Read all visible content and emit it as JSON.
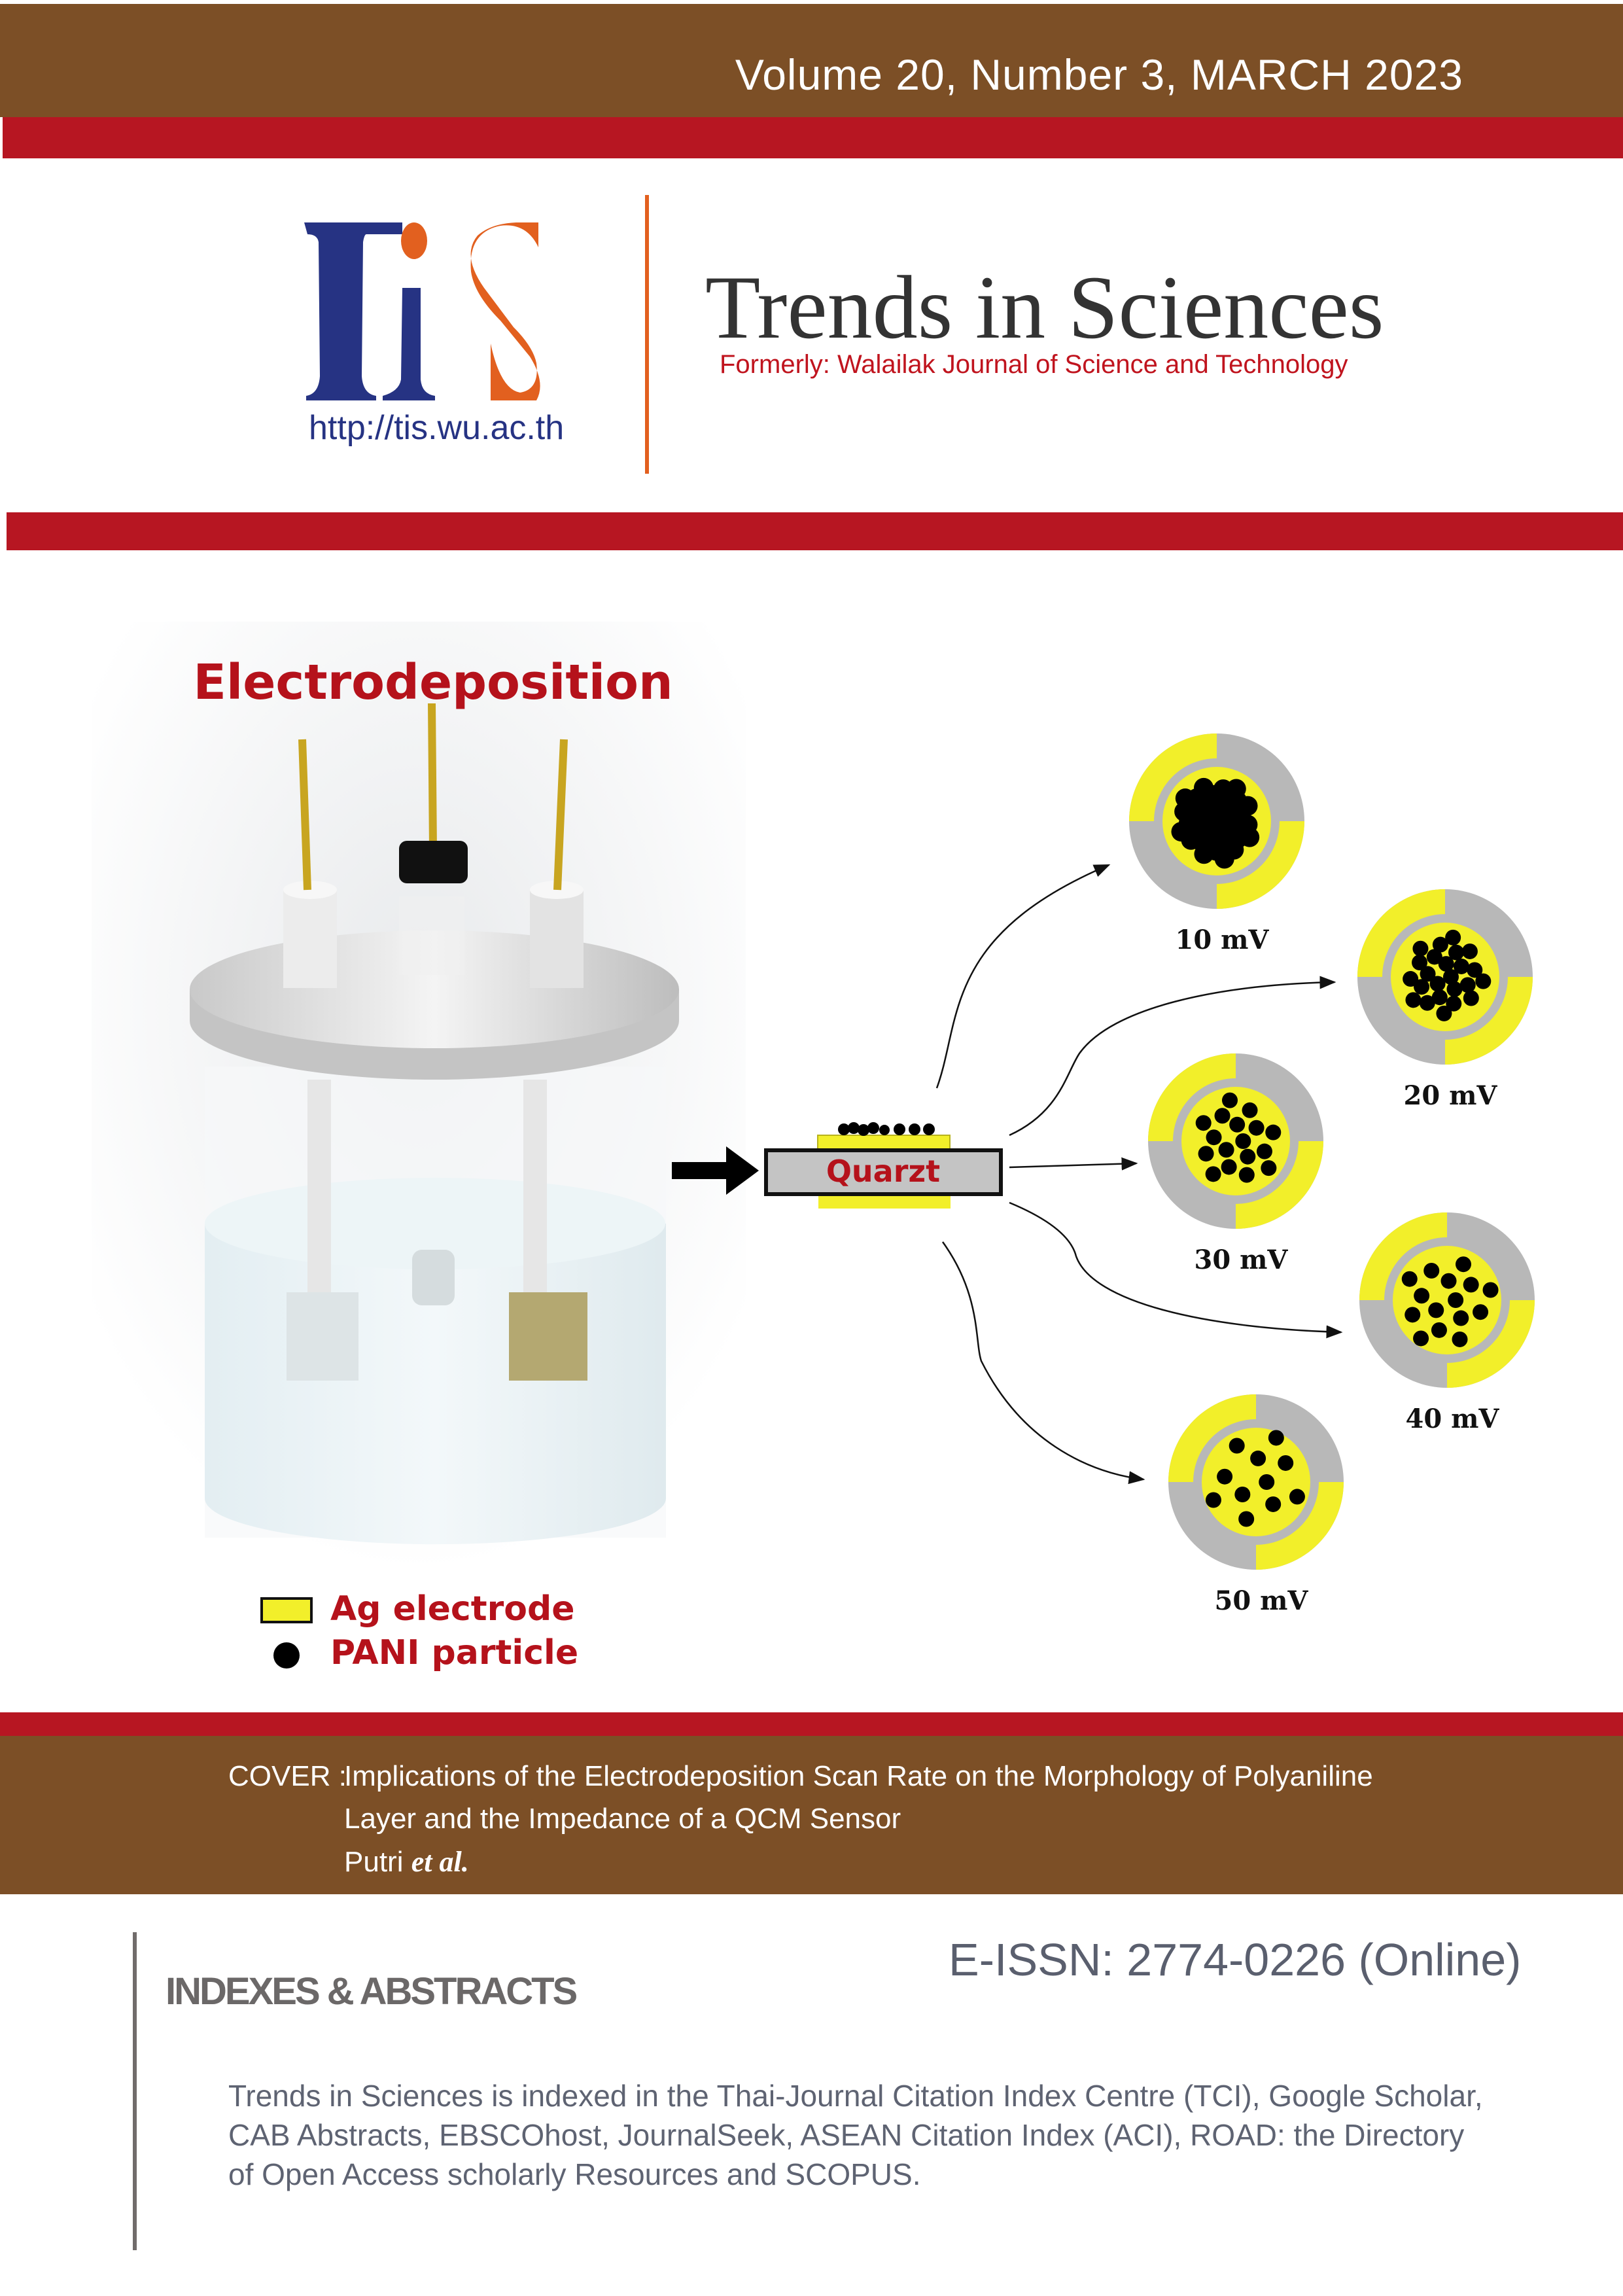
{
  "header": {
    "issue": "Volume 20, Number 3, MARCH 2023"
  },
  "brand": {
    "logo_text": "TiS",
    "url": "http://tis.wu.ac.th",
    "journal_title": "Trends in Sciences",
    "formerly": "Formerly: Walailak Journal of Science and Technology"
  },
  "figure": {
    "title": "Electrodeposition",
    "substrate_label": "Quarzt",
    "scan_rates": [
      "10 mV",
      "20 mV",
      "30 mV",
      "40 mV",
      "50 mV"
    ],
    "legend": [
      {
        "label": "Ag electrode",
        "icon": "yellow-rectangle"
      },
      {
        "label": "PANI particle",
        "icon": "black-dot"
      }
    ]
  },
  "cover": {
    "prefix": "COVER :",
    "line1": "Implications of the Electrodeposition Scan Rate on the Morphology of Polyaniline",
    "line2": "Layer and the Impedance of a QCM Sensor",
    "author": "Putri",
    "etal": "et al."
  },
  "footer": {
    "heading": "INDEXES & ABSTRACTS",
    "issn": "E-ISSN: 2774-0226 (Online)",
    "lines": [
      "Trends in Sciences is indexed in the Thai-Journal Citation Index Centre (TCI), Google Scholar,",
      "CAB Abstracts, EBSCOhost, JournalSeek, ASEAN Citation Index (ACI),  ROAD: the Directory",
      "of Open Access scholarly Resources and SCOPUS."
    ]
  },
  "colors": {
    "brown": "#7c4f26",
    "red": "#b71622",
    "orange": "#e2601f",
    "navy": "#263383",
    "yellow": "#f2ef2a"
  }
}
